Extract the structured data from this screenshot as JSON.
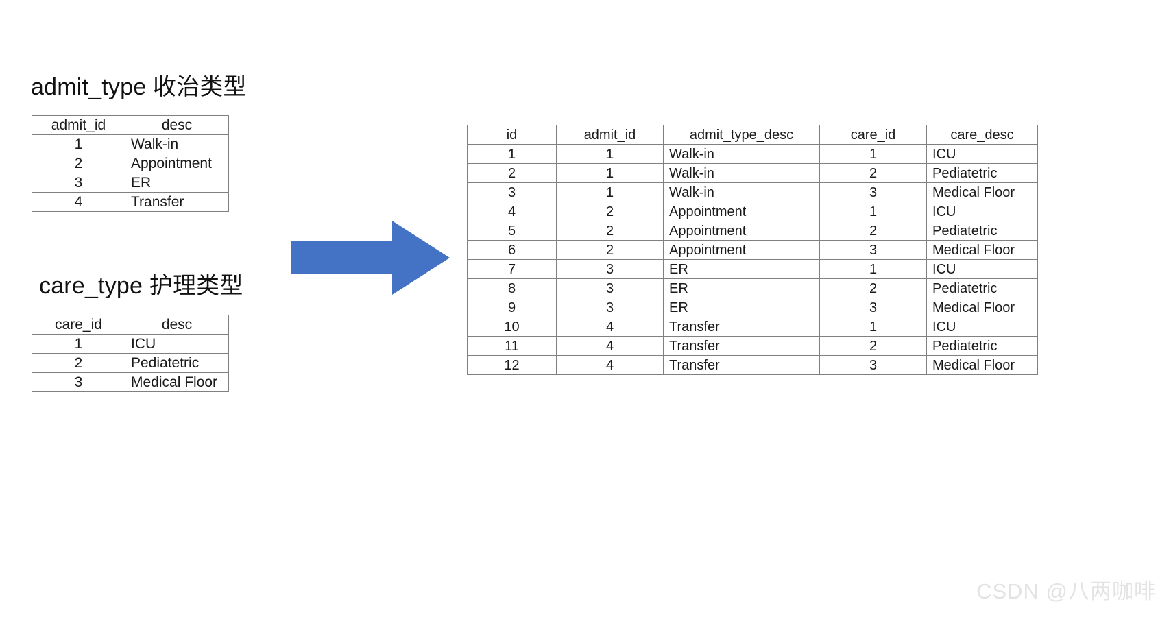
{
  "page": {
    "background_color": "#ffffff",
    "accent_color": "#4472C4"
  },
  "left": {
    "admit_type": {
      "title": "admit_type 收治类型",
      "columns": [
        "admit_id",
        "desc"
      ],
      "rows": [
        [
          "1",
          "Walk-in"
        ],
        [
          "2",
          "Appointment"
        ],
        [
          "3",
          "ER"
        ],
        [
          "4",
          "Transfer"
        ]
      ]
    },
    "care_type": {
      "title": "care_type 护理类型",
      "columns": [
        "care_id",
        "desc"
      ],
      "rows": [
        [
          "1",
          "ICU"
        ],
        [
          "2",
          "Pediatetric"
        ],
        [
          "3",
          "Medical Floor"
        ]
      ]
    }
  },
  "arrow": {
    "name": "right-arrow",
    "direction": "right",
    "color": "#4472C4"
  },
  "right": {
    "result": {
      "columns": [
        "id",
        "admit_id",
        "admit_type_desc",
        "care_id",
        "care_desc"
      ],
      "rows": [
        [
          "1",
          "1",
          "Walk-in",
          "1",
          "ICU"
        ],
        [
          "2",
          "1",
          "Walk-in",
          "2",
          "Pediatetric"
        ],
        [
          "3",
          "1",
          "Walk-in",
          "3",
          "Medical Floor"
        ],
        [
          "4",
          "2",
          "Appointment",
          "1",
          "ICU"
        ],
        [
          "5",
          "2",
          "Appointment",
          "2",
          "Pediatetric"
        ],
        [
          "6",
          "2",
          "Appointment",
          "3",
          "Medical Floor"
        ],
        [
          "7",
          "3",
          "ER",
          "1",
          "ICU"
        ],
        [
          "8",
          "3",
          "ER",
          "2",
          "Pediatetric"
        ],
        [
          "9",
          "3",
          "ER",
          "3",
          "Medical Floor"
        ],
        [
          "10",
          "4",
          "Transfer",
          "1",
          "ICU"
        ],
        [
          "11",
          "4",
          "Transfer",
          "2",
          "Pediatetric"
        ],
        [
          "12",
          "4",
          "Transfer",
          "3",
          "Medical Floor"
        ]
      ]
    }
  },
  "watermark": {
    "text": "CSDN @八两咖啡"
  }
}
